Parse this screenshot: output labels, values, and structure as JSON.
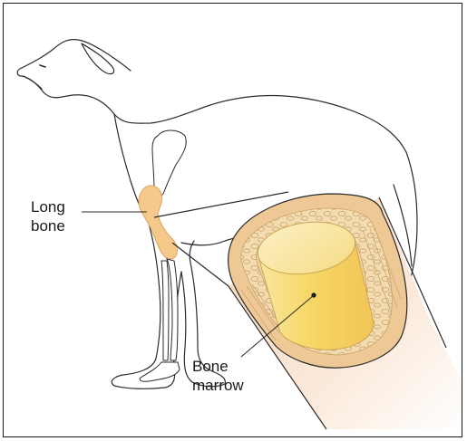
{
  "labels": {
    "long_bone": [
      "Long",
      "bone"
    ],
    "bone_marrow": [
      "Bone",
      "marrow"
    ]
  },
  "colors": {
    "outline": "#2b2b2b",
    "bone_highlight": "#f4c98a",
    "bone_tissue": "#ecc990",
    "spongy_bone": "#f3dcb0",
    "marrow": "#f5d770",
    "skin_glow": "#fbe5cf",
    "frame": "#1a1a1a"
  }
}
